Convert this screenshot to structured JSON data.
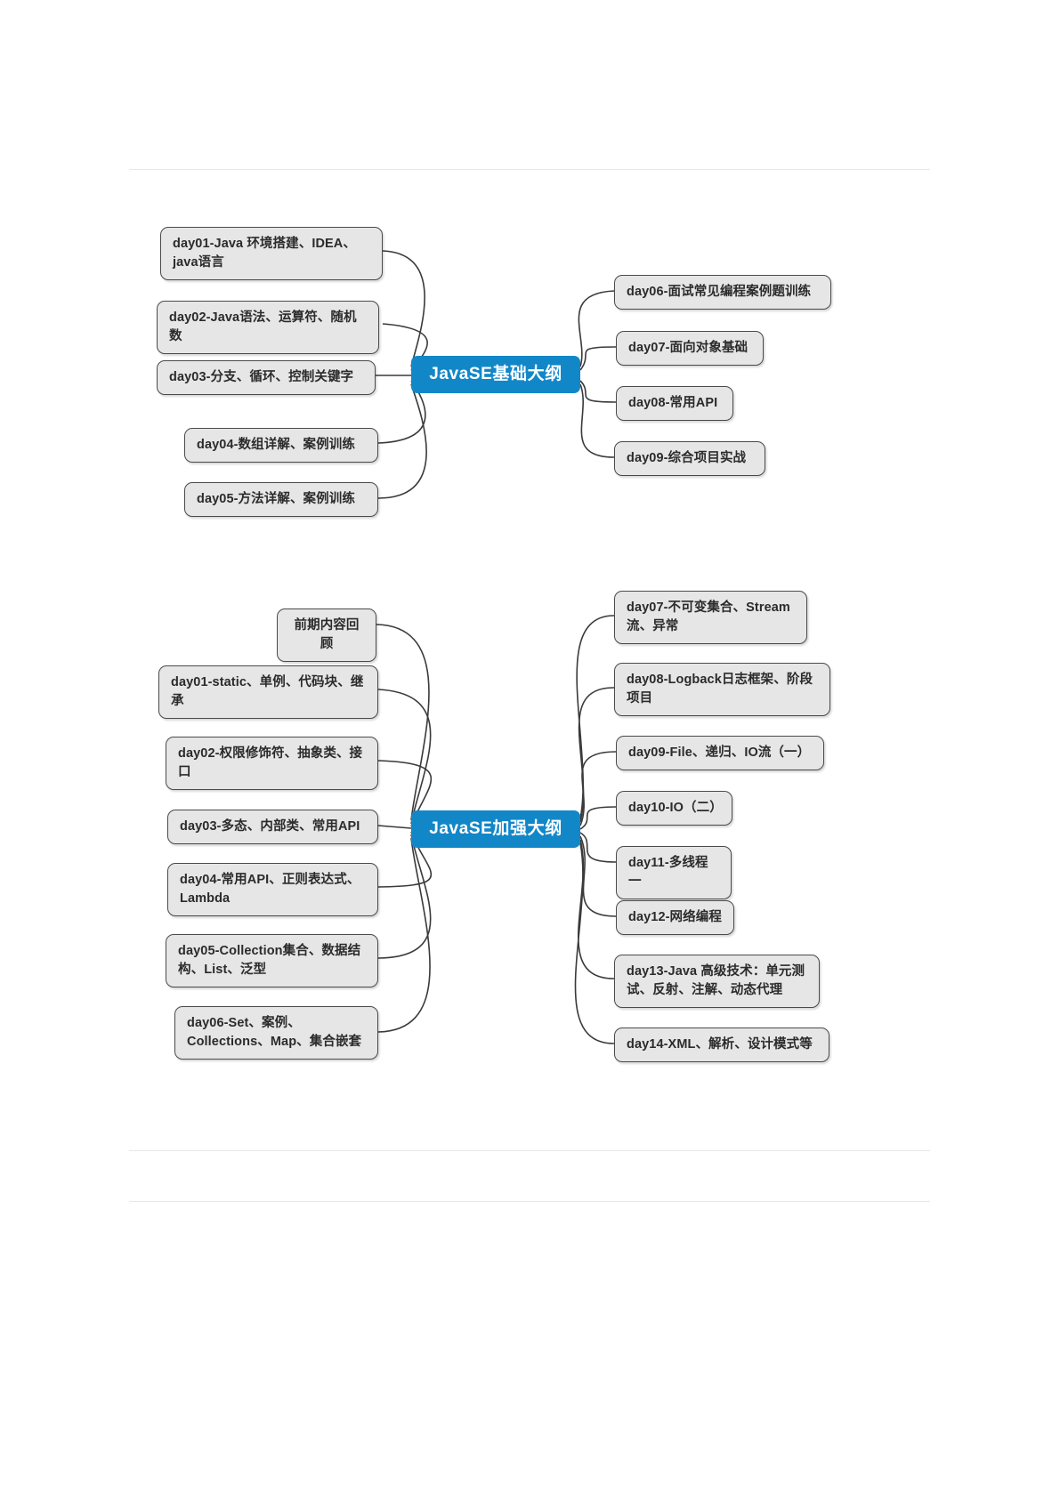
{
  "document": {
    "type": "mindmap-document",
    "background": "#ffffff",
    "rule_color": "#e8e8e8"
  },
  "theme": {
    "center_fill": "#1287c8",
    "center_text": "#ffffff",
    "node_fill": "#e6e6e6",
    "node_border": "#4a4a4a",
    "node_text": "#2b2b2b",
    "edge_color": "#3a3a3a"
  },
  "maps": [
    {
      "id": "javase-basic",
      "center": "JavaSE基础大纲",
      "left_branches": [
        "day01-Java 环境搭建、IDEA、java语言",
        "day02-Java语法、运算符、随机数",
        "day03-分支、循环、控制关键字",
        "day04-数组详解、案例训练",
        "day05-方法详解、案例训练"
      ],
      "right_branches": [
        "day06-面试常见编程案例题训练",
        "day07-面向对象基础",
        "day08-常用API",
        "day09-综合项目实战"
      ]
    },
    {
      "id": "javase-advanced",
      "center": "JavaSE加强大纲",
      "left_branches": [
        "前期内容回顾",
        "day01-static、单例、代码块、继承",
        "day02-权限修饰符、抽象类、接口",
        "day03-多态、内部类、常用API",
        "day04-常用API、正则表达式、Lambda",
        "day05-Collection集合、数据结构、List、泛型",
        "day06-Set、案例、Collections、Map、集合嵌套"
      ],
      "right_branches": [
        "day07-不可变集合、Stream流、异常",
        "day08-Logback日志框架、阶段项目",
        "day09-File、递归、IO流（一）",
        "day10-IO（二）",
        "day11-多线程一",
        "day12-网络编程",
        "day13-Java 高级技术：单元测试、反射、注解、动态代理",
        "day14-XML、解析、设计模式等"
      ]
    }
  ]
}
